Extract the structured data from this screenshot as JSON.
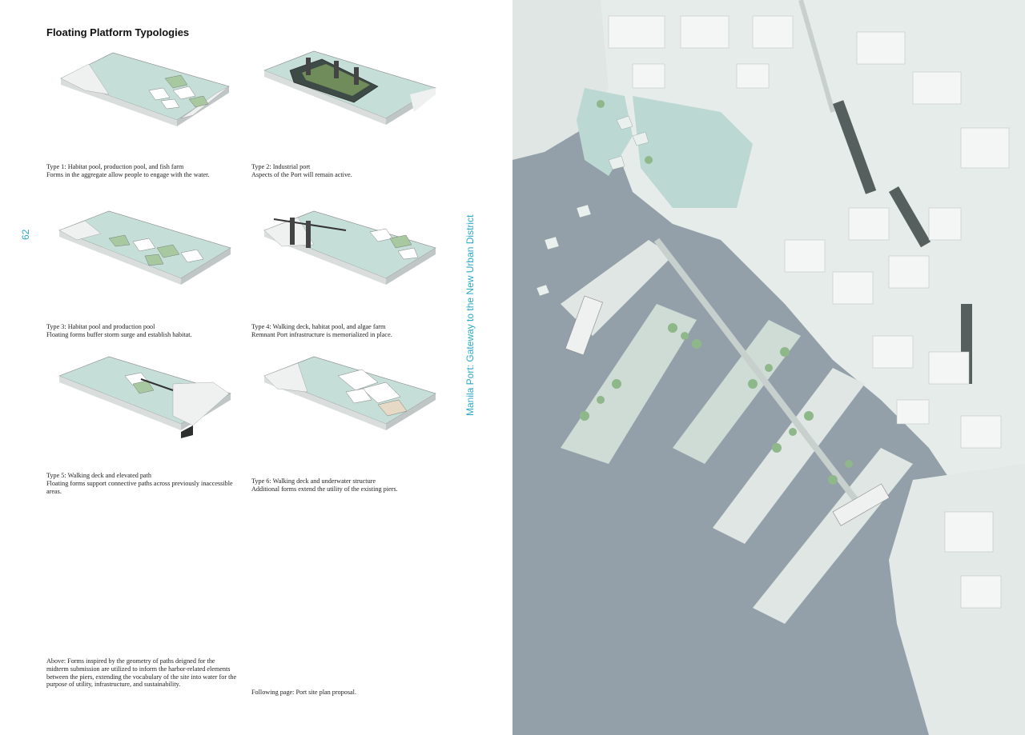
{
  "page": {
    "title": "Floating Platform Typologies",
    "page_number": "62",
    "running_head": "Manila Port: Gateway to the New Urban District"
  },
  "types": [
    {
      "title": "Type 1: Habitat pool, production pool, and fish farm",
      "desc": "Forms in the aggregate allow people to engage with the water."
    },
    {
      "title": "Type 2: Industrial port",
      "desc": "Aspects of the Port will remain active."
    },
    {
      "title": "Type 3: Habitat pool and production pool",
      "desc": "Floating forms buffer storm surge and establish habitat."
    },
    {
      "title": "Type 4: Walking deck, habitat pool, and algae farm",
      "desc": "Remnant Port infrastructure is memorialized in place."
    },
    {
      "title": "Type 5: Walking deck and elevated path",
      "desc": "Floating forms support connective paths across previously inaccessible areas."
    },
    {
      "title": "Type 6: Walking deck and underwater structure",
      "desc": "Additional forms extend the utility of the existing piers."
    }
  ],
  "footnotes": {
    "above": "Above: Forms inspired by the geometry of paths deigned for the midterm submission are utilized to inform the harbor-related elements between the piers, extending the vocabulary of the site into water for the purpose of utility, infrastructure, and sustainability.",
    "following": "Following page: Port site plan proposal."
  },
  "colors": {
    "accent": "#2aa8c8",
    "water": "#93a0aa",
    "pool": "#bcd8d2",
    "land": "#e6ecea",
    "green": "#a8c9a0"
  }
}
